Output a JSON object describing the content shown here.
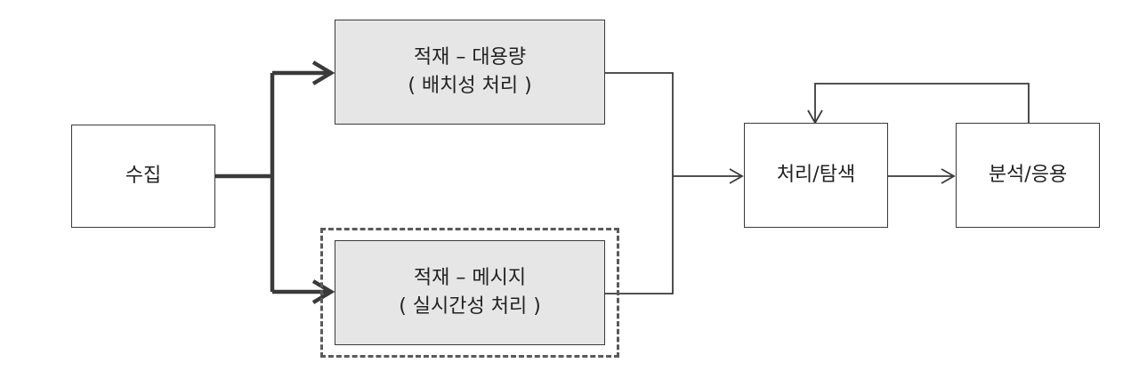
{
  "nodes": {
    "collect": {
      "label": "수집"
    },
    "storage_bulk": {
      "line1": "적재 – 대용량",
      "line2": "( 배치성 처리 )"
    },
    "storage_message": {
      "line1": "적재 – 메시지",
      "line2": "( 실시간성 처리 )"
    },
    "process": {
      "label": "처리/탐색"
    },
    "analyze": {
      "label": "분석/응용"
    }
  },
  "colors": {
    "box_fill": "#e6e6e6",
    "stroke": "#3a3a3a",
    "dashed": "#5a5a5a"
  }
}
